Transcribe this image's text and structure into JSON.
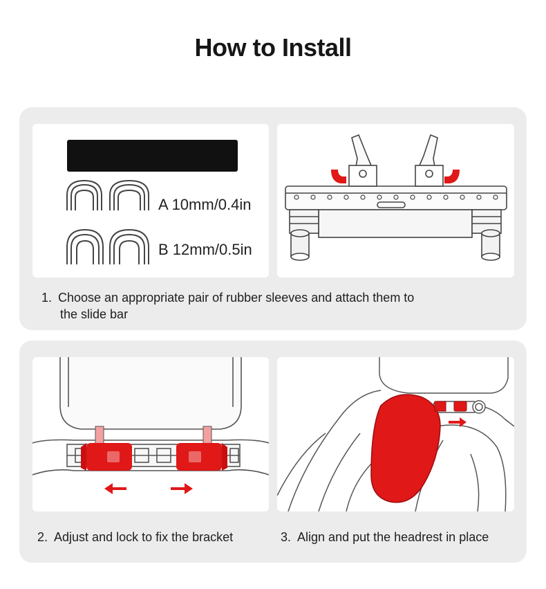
{
  "title": "How to Install",
  "sleeves": {
    "a_label": "A 10mm/0.4in",
    "b_label": "B 12mm/0.5in"
  },
  "steps": [
    {
      "number": "1.",
      "text_line1": "Choose an appropriate pair of rubber sleeves and attach them to",
      "text_line2": "the slide bar"
    },
    {
      "number": "2.",
      "text": "Adjust and lock to fix the bracket"
    },
    {
      "number": "3.",
      "text": "Align and put the headrest in place"
    }
  ],
  "colors": {
    "accent_red": "#e01818",
    "card_bg": "#ececec",
    "line_art": "#4a4a4a"
  }
}
